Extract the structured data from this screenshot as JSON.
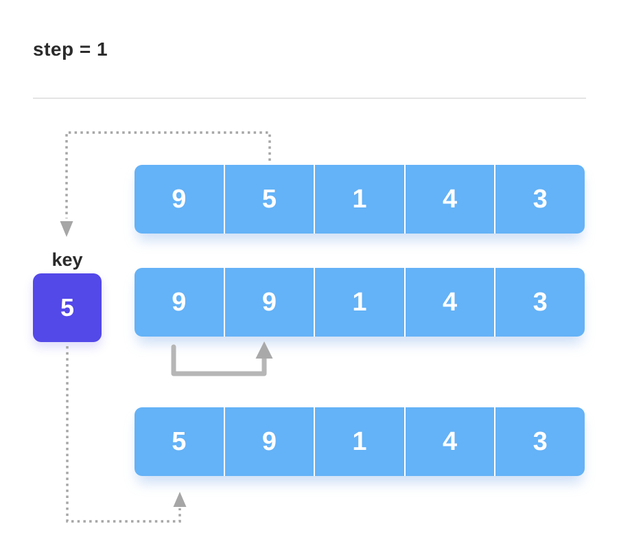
{
  "title": "step = 1",
  "key": {
    "label": "key",
    "value": "5"
  },
  "arrays": [
    {
      "cells": [
        "9",
        "5",
        "1",
        "4",
        "3"
      ]
    },
    {
      "cells": [
        "9",
        "9",
        "1",
        "4",
        "3"
      ]
    },
    {
      "cells": [
        "5",
        "9",
        "1",
        "4",
        "3"
      ]
    }
  ],
  "colors": {
    "cell_blue": "#64b2f7",
    "key_purple": "#5348e8",
    "dotted_arrow_gray": "#a6a6a6",
    "solid_arrow_gray": "#b6b6b6",
    "title_text": "#2b2b2b",
    "cell_text": "#ffffff",
    "divider_gray": "#e4e4e4"
  }
}
